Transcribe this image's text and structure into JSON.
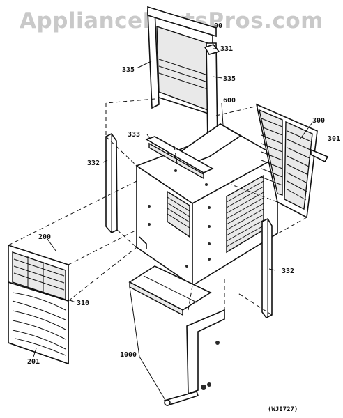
{
  "watermark": {
    "text": "AppliancePartsPros.com"
  },
  "diagram": {
    "reference_code": "(WJI727)",
    "callouts": [
      {
        "id": "c-331",
        "text": "331"
      },
      {
        "id": "c-335a",
        "text": "335"
      },
      {
        "id": "c-335b",
        "text": "335"
      },
      {
        "id": "c-600",
        "text": "600"
      },
      {
        "id": "c-333",
        "text": "333"
      },
      {
        "id": "c-300",
        "text": "300"
      },
      {
        "id": "c-301",
        "text": "301"
      },
      {
        "id": "c-332a",
        "text": "332"
      },
      {
        "id": "c-200",
        "text": "200"
      },
      {
        "id": "c-310",
        "text": "310"
      },
      {
        "id": "c-332b",
        "text": "332"
      },
      {
        "id": "c-201",
        "text": "201"
      },
      {
        "id": "c-1000",
        "text": "1000"
      },
      {
        "id": "c-top",
        "text": "00"
      }
    ]
  }
}
